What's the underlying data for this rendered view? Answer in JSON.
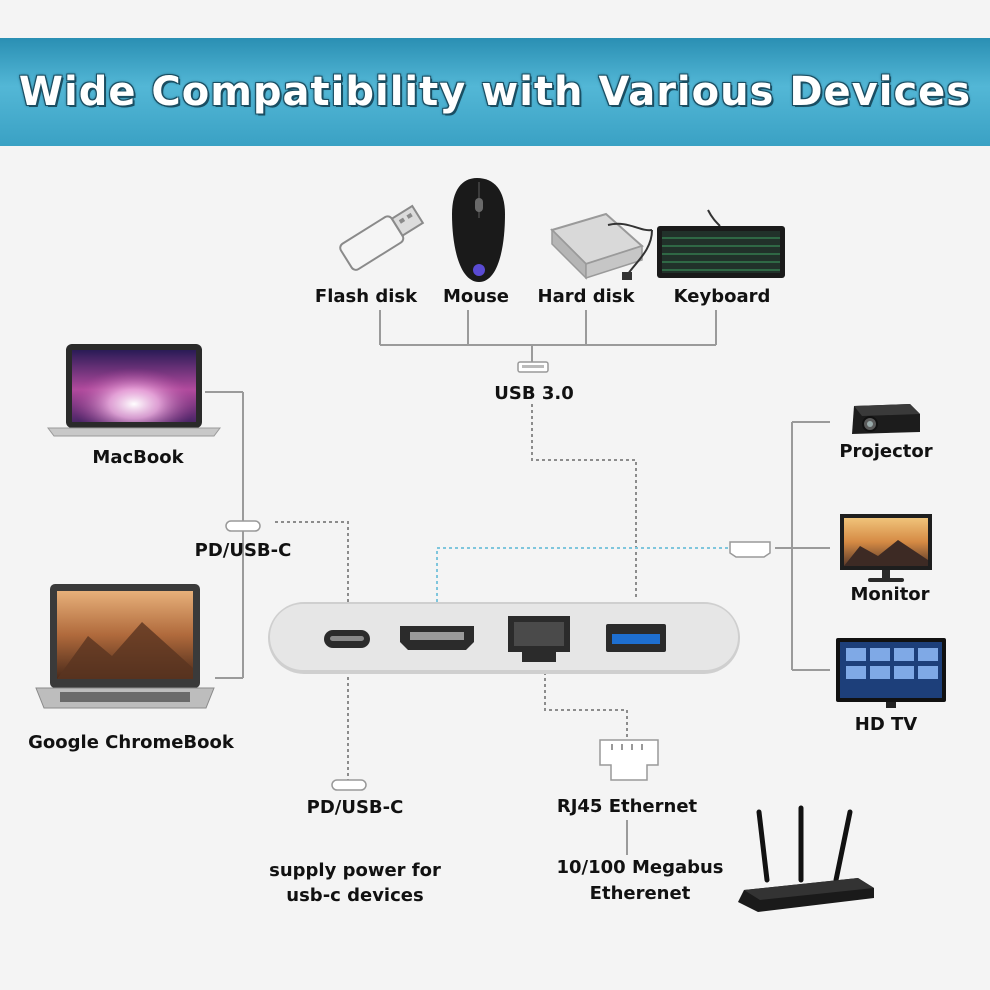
{
  "banner": {
    "title": "Wide Compatibility with Various Devices"
  },
  "top_devices": [
    {
      "label": "Flash disk",
      "icon": "usb-flash-drive-icon"
    },
    {
      "label": "Mouse",
      "icon": "mouse-icon"
    },
    {
      "label": "Hard disk",
      "icon": "external-hard-disk-icon"
    },
    {
      "label": "Keyboard",
      "icon": "keyboard-icon"
    }
  ],
  "left_devices": [
    {
      "label": "MacBook",
      "icon": "macbook-laptop-icon"
    },
    {
      "label": "Google ChromeBook",
      "icon": "chromebook-laptop-icon"
    }
  ],
  "right_devices": [
    {
      "label": "Projector",
      "icon": "projector-icon"
    },
    {
      "label": "Monitor",
      "icon": "monitor-icon"
    },
    {
      "label": "HD TV",
      "icon": "tv-icon"
    }
  ],
  "ports": {
    "usb": "USB 3.0",
    "pd_left": "PD/USB-C",
    "pd_bottom": "PD/USB-C",
    "rj45": "RJ45 Ethernet"
  },
  "notes": {
    "power_line1": "supply power for",
    "power_line2": "usb-c devices",
    "ethernet_line1": "10/100 Megabus",
    "ethernet_line2": "Etherenet"
  },
  "colors": {
    "banner": "#3aa1c4",
    "connector_line": "#9a9a9a",
    "hdmi_line": "#7fc6dd",
    "hub_body": "#e6e6e6"
  }
}
